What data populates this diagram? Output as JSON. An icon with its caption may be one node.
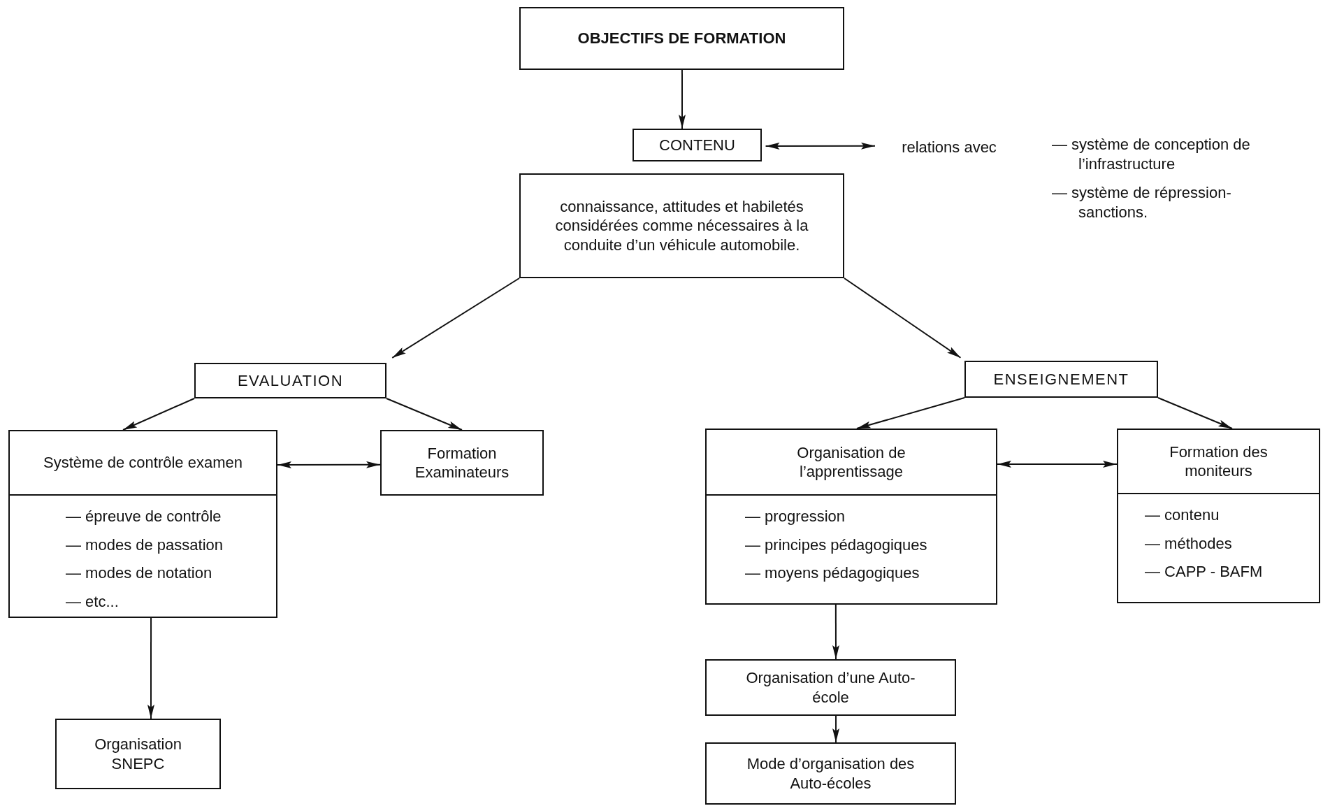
{
  "diagram": {
    "nodes": [
      {
        "text": [
          "OBJECTIFS DE FORMATION"
        ]
      },
      {
        "text": [
          "CONTENU"
        ]
      },
      {
        "text": [
          "relations avec"
        ]
      },
      {
        "text": [
          "connaissance, attitudes et habiletés considérées comme nécessaires à la conduite d’un véhicule automobile."
        ]
      },
      {
        "text": [
          "EVALUATION"
        ]
      },
      {
        "text": [
          "ENSEIGNEMENT"
        ]
      },
      {
        "text": [
          "Système de contrôle examen",
          "— épreuve de contrôle",
          "— modes de passation",
          "— modes de notation",
          "— etc..."
        ]
      },
      {
        "text": [
          "Formation Examinateurs"
        ]
      },
      {
        "text": [
          "Organisation de l’apprentissage",
          "— progression",
          "— principes pédagogiques",
          "— moyens pédagogiques"
        ]
      },
      {
        "text": [
          "Formation des moniteurs",
          "— contenu",
          "— méthodes",
          "— CAPP - BAFM"
        ]
      },
      {
        "text": [
          "Organisation SNEPC"
        ]
      },
      {
        "text": [
          "Organisation d’une Auto-école"
        ]
      },
      {
        "text": [
          "Mode d’organisation des Auto-écoles"
        ]
      }
    ],
    "edges": [
      {
        "from": 0,
        "to": 1,
        "arrow": "to"
      },
      {
        "from": 1,
        "to": 2,
        "arrow": "both"
      },
      {
        "from": 3,
        "to": 4,
        "arrow": "to"
      },
      {
        "from": 3,
        "to": 5,
        "arrow": "to"
      },
      {
        "from": 4,
        "to": 6,
        "arrow": "to"
      },
      {
        "from": 4,
        "to": 7,
        "arrow": "to"
      },
      {
        "from": 6,
        "to": 7,
        "arrow": "both"
      },
      {
        "from": 5,
        "to": 8,
        "arrow": "to"
      },
      {
        "from": 5,
        "to": 9,
        "arrow": "to"
      },
      {
        "from": 8,
        "to": 9,
        "arrow": "both"
      },
      {
        "from": 6,
        "to": 10,
        "arrow": "to"
      },
      {
        "from": 8,
        "to": 11,
        "arrow": "to"
      },
      {
        "from": 11,
        "to": 12,
        "arrow": "to"
      }
    ],
    "labels": [
      "— système de conception de l’infrastructure",
      "— système de répression-sanctions."
    ]
  }
}
